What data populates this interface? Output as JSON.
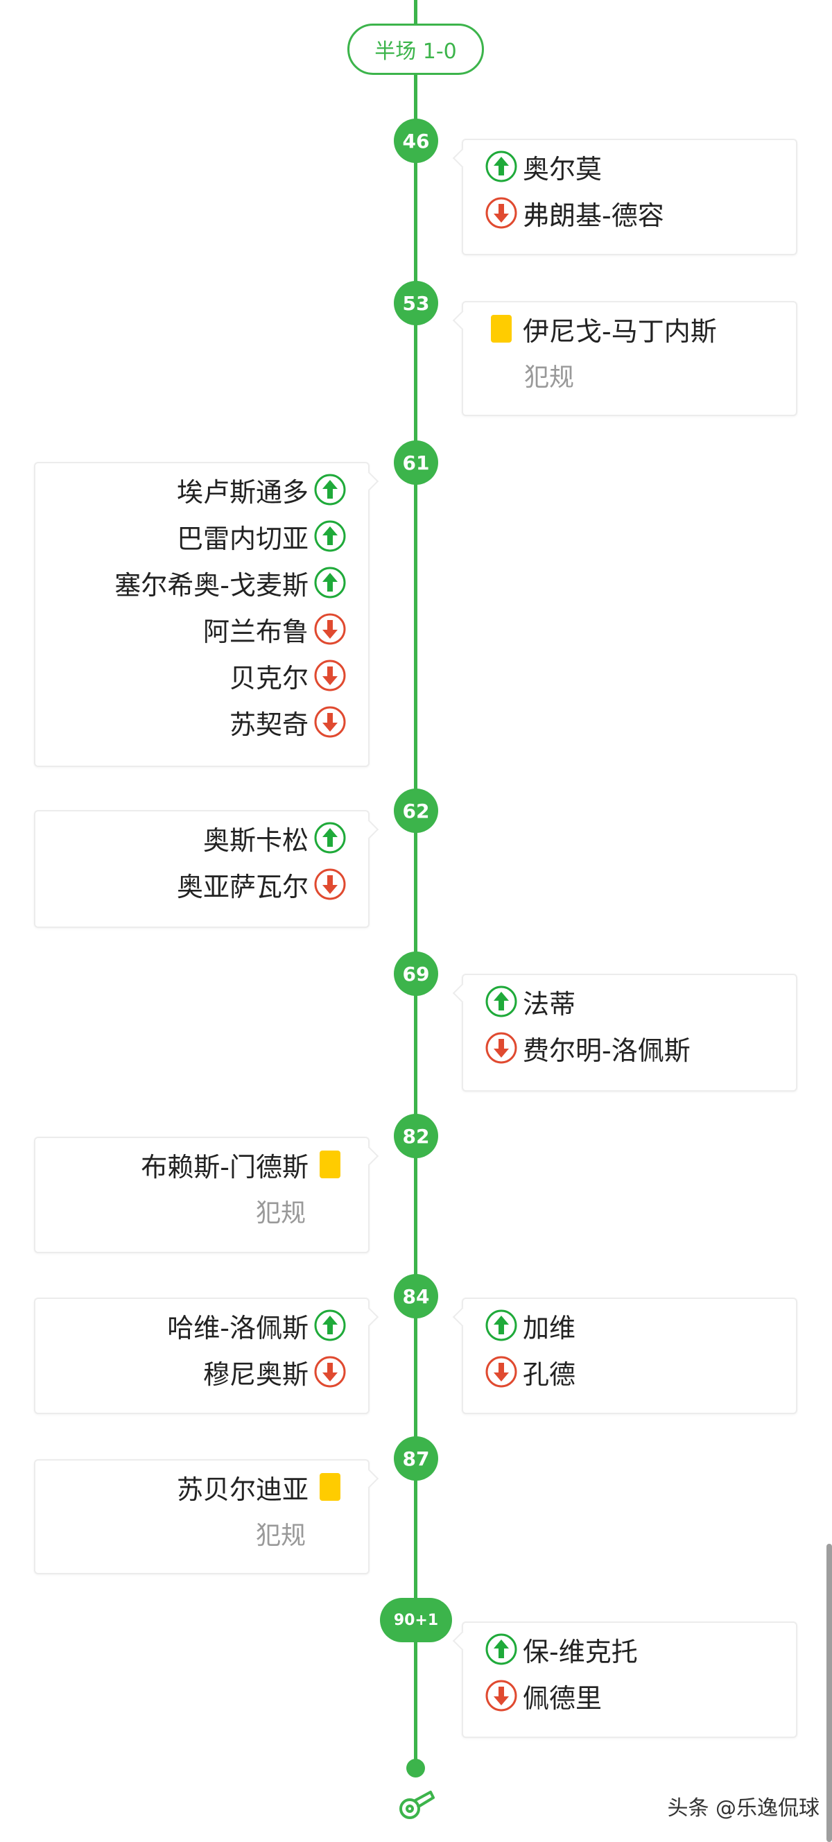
{
  "halftime": "半场 1-0",
  "colors": {
    "accent": "#3cb44b",
    "sub_in": "#1faa3a",
    "sub_out": "#e04a30",
    "yellow_card": "#ffcc00"
  },
  "events": [
    {
      "minute": "46",
      "right": {
        "lines": [
          {
            "icon": "sub-in-icon",
            "text": "奥尔莫"
          },
          {
            "icon": "sub-out-icon",
            "text": "弗朗基-德容"
          }
        ]
      }
    },
    {
      "minute": "53",
      "right": {
        "lines": [
          {
            "icon": "yellow-card-icon",
            "text": "伊尼戈-马丁内斯"
          }
        ],
        "note": "犯规"
      }
    },
    {
      "minute": "61",
      "left": {
        "lines": [
          {
            "icon": "sub-in-icon",
            "text": "埃卢斯通多"
          },
          {
            "icon": "sub-in-icon",
            "text": "巴雷内切亚"
          },
          {
            "icon": "sub-in-icon",
            "text": "塞尔希奥-戈麦斯"
          },
          {
            "icon": "sub-out-icon",
            "text": "阿兰布鲁"
          },
          {
            "icon": "sub-out-icon",
            "text": "贝克尔"
          },
          {
            "icon": "sub-out-icon",
            "text": "苏契奇"
          }
        ]
      }
    },
    {
      "minute": "62",
      "left": {
        "lines": [
          {
            "icon": "sub-in-icon",
            "text": "奥斯卡松"
          },
          {
            "icon": "sub-out-icon",
            "text": "奥亚萨瓦尔"
          }
        ]
      }
    },
    {
      "minute": "69",
      "right": {
        "lines": [
          {
            "icon": "sub-in-icon",
            "text": "法蒂"
          },
          {
            "icon": "sub-out-icon",
            "text": "费尔明-洛佩斯"
          }
        ]
      }
    },
    {
      "minute": "82",
      "left": {
        "lines": [
          {
            "icon": "yellow-card-icon",
            "text": "布赖斯-门德斯"
          }
        ],
        "note": "犯规"
      }
    },
    {
      "minute": "84",
      "left": {
        "lines": [
          {
            "icon": "sub-in-icon",
            "text": "哈维-洛佩斯"
          },
          {
            "icon": "sub-out-icon",
            "text": "穆尼奥斯"
          }
        ]
      },
      "right": {
        "lines": [
          {
            "icon": "sub-in-icon",
            "text": "加维"
          },
          {
            "icon": "sub-out-icon",
            "text": "孔德"
          }
        ]
      }
    },
    {
      "minute": "87",
      "left": {
        "lines": [
          {
            "icon": "yellow-card-icon",
            "text": "苏贝尔迪亚"
          }
        ],
        "note": "犯规"
      }
    },
    {
      "minute": "90+1",
      "right": {
        "lines": [
          {
            "icon": "sub-in-icon",
            "text": "保-维克托"
          },
          {
            "icon": "sub-out-icon",
            "text": "佩德里"
          }
        ]
      }
    }
  ],
  "footer": {
    "end_icon": "whistle-icon",
    "watermark": "头条 @乐逸侃球"
  }
}
